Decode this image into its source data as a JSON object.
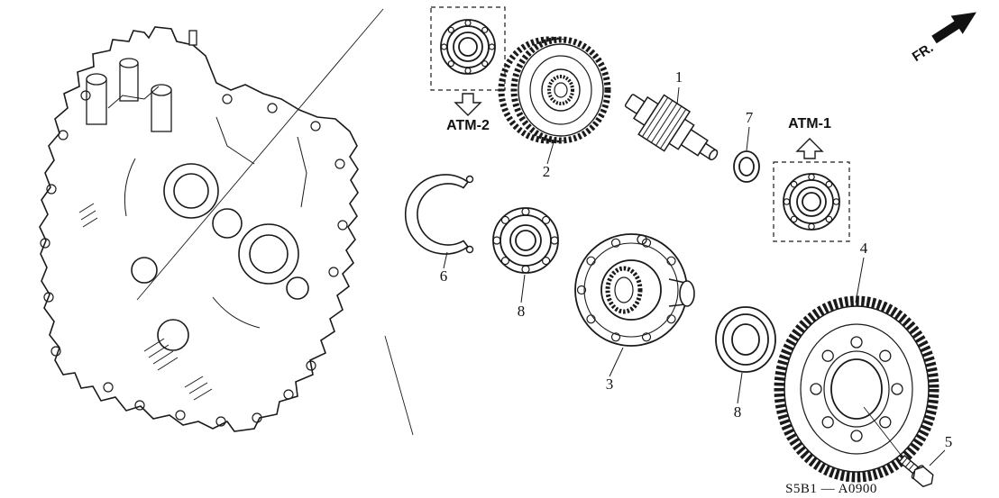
{
  "diagram": {
    "code": "S5B1 — A0900",
    "direction_label": "FR.",
    "ink_color": "#1a1a1a",
    "inset_labels": {
      "atm1": "ATM-1",
      "atm2": "ATM-2"
    },
    "callouts": {
      "part1": "1",
      "part2": "2",
      "part3": "3",
      "part4": "4",
      "part5": "5",
      "part6": "6",
      "part7": "7",
      "part8_bearing": "8",
      "part8_washer": "8"
    }
  }
}
